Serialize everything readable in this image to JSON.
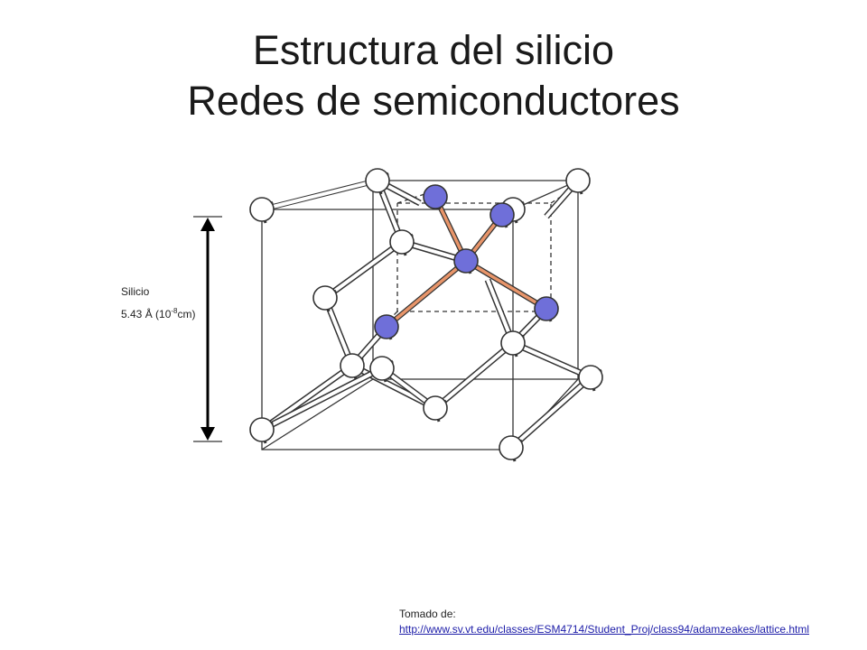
{
  "title": {
    "line1": "Estructura del silicio",
    "line2": "Redes de semiconductores"
  },
  "dimension": {
    "material": "Silicio",
    "value": "5.43 Å (10",
    "exponent": "-8",
    "unit": "cm)"
  },
  "source": {
    "label": "Tomado de:",
    "url": "http://www.sv.vt.edu/classes/ESM4714/Student_Proj/class94/adamzeakes/lattice.html"
  },
  "colors": {
    "highlight_atom": "#6f6fd9",
    "highlight_bond": "#e8956a",
    "atom_white": "#ffffff",
    "line": "#333333"
  }
}
